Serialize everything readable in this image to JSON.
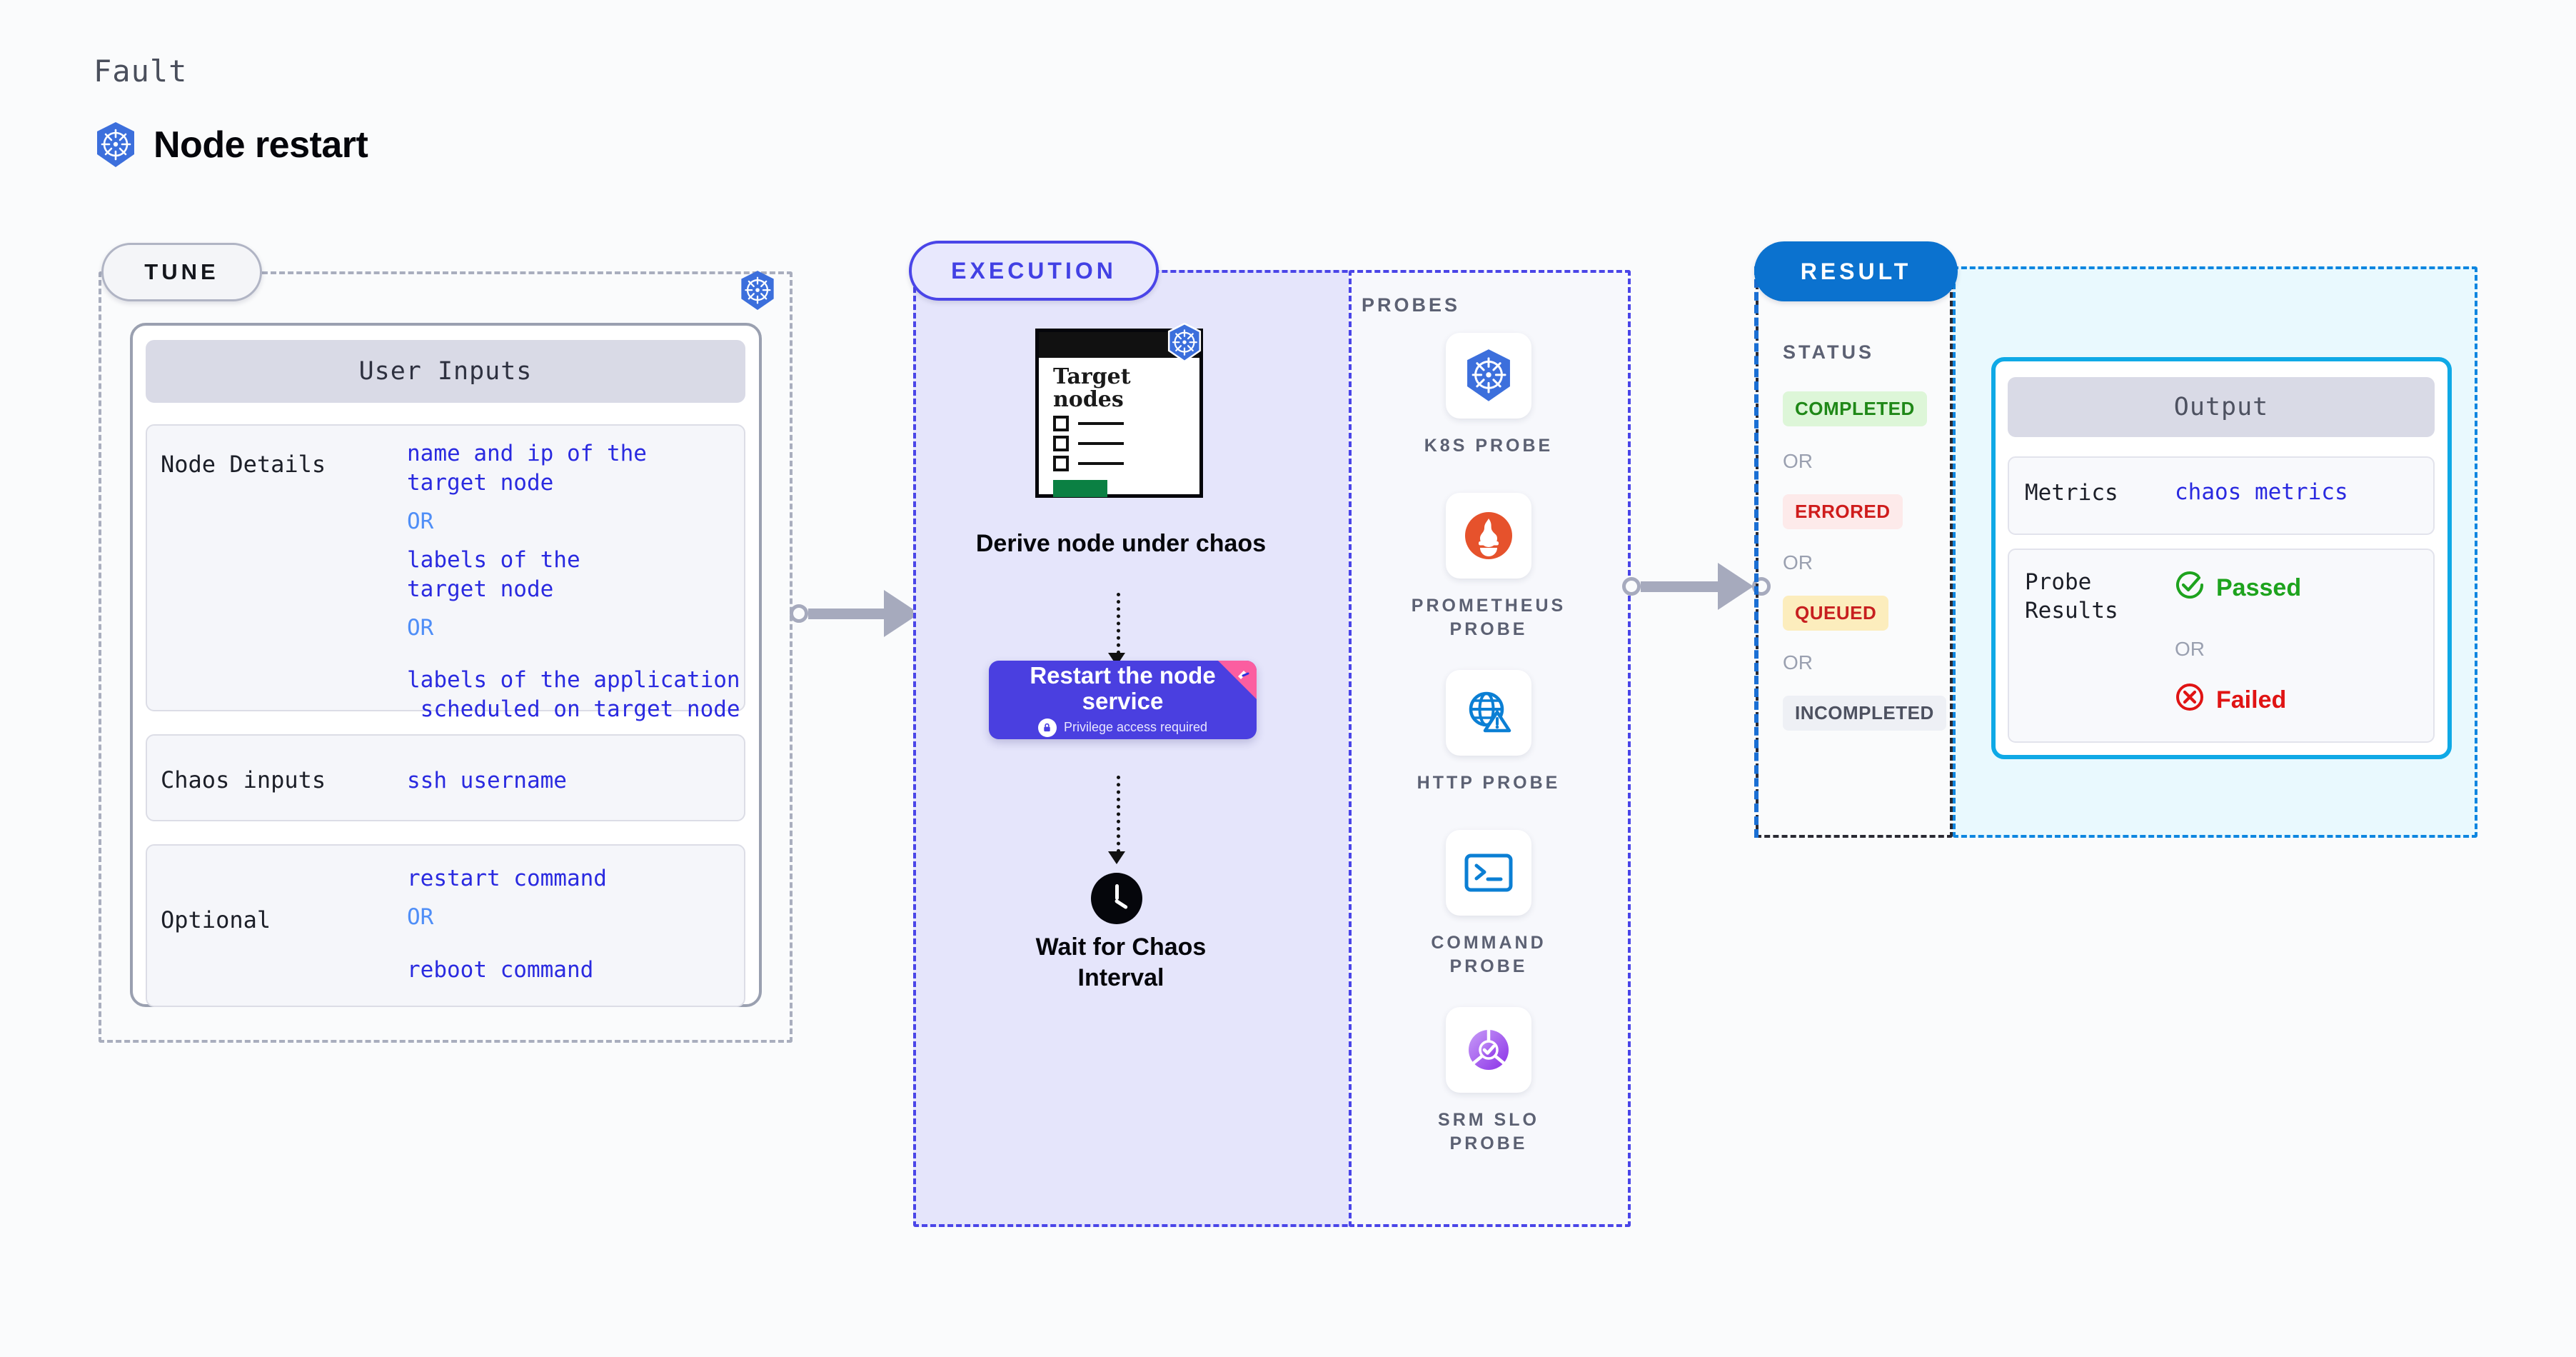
{
  "header": {
    "eyebrow": "Fault",
    "title": "Node restart",
    "icon": "kubernetes-icon"
  },
  "tune": {
    "pill_label": "TUNE",
    "corner_icon": "kubernetes-icon",
    "card_title": "User Inputs",
    "rows": [
      {
        "label": "Node Details",
        "values": [
          "name and ip of the",
          "target node",
          "OR",
          "labels of the",
          "target node",
          "OR",
          "labels of the application",
          " scheduled on target node"
        ]
      },
      {
        "label": "Chaos inputs",
        "values": [
          "ssh username"
        ]
      },
      {
        "label": "Optional",
        "values": [
          "restart command",
          "OR",
          "reboot command"
        ]
      }
    ],
    "node_details_lines": {
      "l1": "name and ip of the",
      "l2": "target node",
      "or1": "OR",
      "l3": "labels of the",
      "l4": "target node",
      "or2": "OR",
      "l5": "labels of the application",
      "l6": " scheduled on target node"
    },
    "chaos_inputs_value": "ssh username",
    "optional_lines": {
      "l1": "restart command",
      "or": "OR",
      "l2": "reboot command"
    }
  },
  "execution": {
    "pill_label": "EXECUTION",
    "note": {
      "title_line1": "Target",
      "title_line2": "nodes",
      "corner_icon": "kubernetes-icon"
    },
    "step1_caption": "Derive node under chaos",
    "step2": {
      "title_line1": "Restart the node",
      "title_line2": "service",
      "privilege_note": "Privilege access required",
      "privilege_icon": "lock-icon",
      "ribbon_icon": "chaos-ribbon-icon",
      "accent_color": "#4a3fe0",
      "ribbon_color": "#fb5ea0"
    },
    "step3_caption_line1": "Wait for Chaos",
    "step3_caption_line2": "Interval",
    "step3_icon": "clock-icon"
  },
  "probes": {
    "title": "PROBES",
    "items": [
      {
        "label": "K8S PROBE",
        "icon": "kubernetes-icon"
      },
      {
        "label": "PROMETHEUS\nPROBE",
        "icon": "prometheus-icon"
      },
      {
        "label": "HTTP PROBE",
        "icon": "globe-warning-icon"
      },
      {
        "label": "COMMAND\nPROBE",
        "icon": "terminal-icon"
      },
      {
        "label": "SRM SLO\nPROBE",
        "icon": "srm-slo-icon"
      }
    ]
  },
  "result": {
    "pill_label": "RESULT",
    "status_title": "STATUS",
    "or_label": "OR",
    "statuses": [
      {
        "label": "COMPLETED",
        "bg": "#ddf6d8",
        "fg": "#1f8817"
      },
      {
        "label": "ERRORED",
        "bg": "#fdeaea",
        "fg": "#cf1c1c"
      },
      {
        "label": "QUEUED",
        "bg": "#fcedbd",
        "fg": "#c71f1f"
      },
      {
        "label": "INCOMPLETED",
        "bg": "#eef0f5",
        "fg": "#4d5160"
      }
    ],
    "output": {
      "title": "Output",
      "metrics_label": "Metrics",
      "metrics_value": "chaos metrics",
      "probe_results_label": "Probe\nResults",
      "passed_label": "Passed",
      "passed_icon": "check-circle-icon",
      "or_label": "OR",
      "failed_label": "Failed",
      "failed_icon": "x-circle-icon",
      "border_color": "#0fa9e6"
    }
  },
  "connectors": {
    "arrow1": "tune-to-execution-arrow",
    "arrow2": "execution-to-result-arrow"
  }
}
